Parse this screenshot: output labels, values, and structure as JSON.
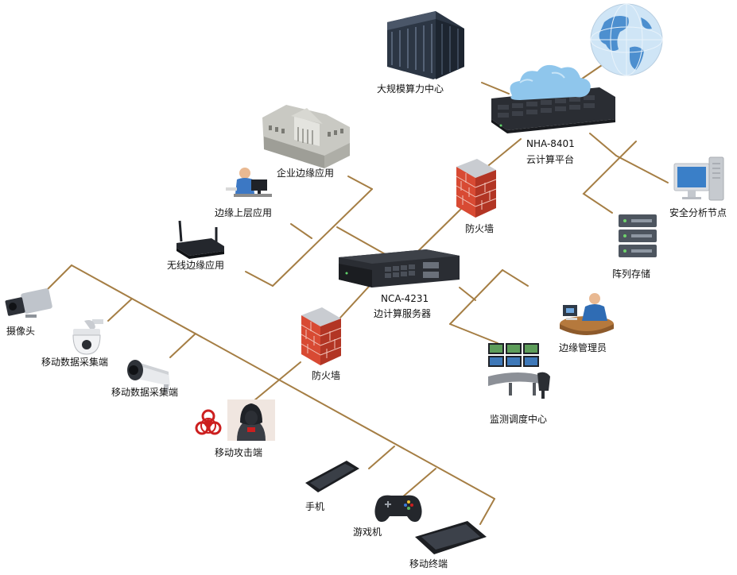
{
  "labels": {
    "datacenter": "大规模算力中心",
    "cloud_model": "NHA-8401",
    "cloud_name": "云计算平台",
    "enterprise": "企业边缘应用",
    "upper": "边缘上层应用",
    "wireless": "无线边缘应用",
    "firewall_top": "防火墙",
    "security": "安全分析节点",
    "storage": "阵列存储",
    "edge_model": "NCA-4231",
    "edge_name": "边计算服务器",
    "edge_admin": "边缘管理员",
    "monitor": "监测调度中心",
    "firewall_bottom": "防火墙",
    "camera": "摄像头",
    "mobile_collect_1": "移动数据采集端",
    "mobile_collect_2": "移动数据采集端",
    "attacker": "移动攻击端",
    "phone": "手机",
    "game": "游戏机",
    "terminal": "移动终端"
  },
  "colors": {
    "link": "#a57e44",
    "firewall_brick": "#d84a33",
    "device_dark": "#1f2228",
    "cloud": "#8fc6ec",
    "globe_ocean": "#cfe5f6",
    "globe_land": "#4d8fcf",
    "threat": "#cc1f1f"
  },
  "icons": {
    "datacenter": "server-rack-icon",
    "globe": "globe-icon",
    "cloud": "cloud-icon",
    "enterprise": "building-icon",
    "upper": "user-workstation-icon",
    "wireless": "wifi-router-icon",
    "firewall": "firewall-icon",
    "security": "desktop-computer-icon",
    "storage": "storage-array-icon",
    "edge_server": "rack-server-icon",
    "edge_admin": "admin-desk-icon",
    "monitor": "control-room-icon",
    "camera": "cctv-camera-icon",
    "dome": "dome-camera-icon",
    "bullet": "bullet-camera-icon",
    "biohazard": "biohazard-icon",
    "hacker": "hacker-icon",
    "phone": "smartphone-icon",
    "game": "gamepad-icon",
    "terminal": "tablet-icon"
  }
}
